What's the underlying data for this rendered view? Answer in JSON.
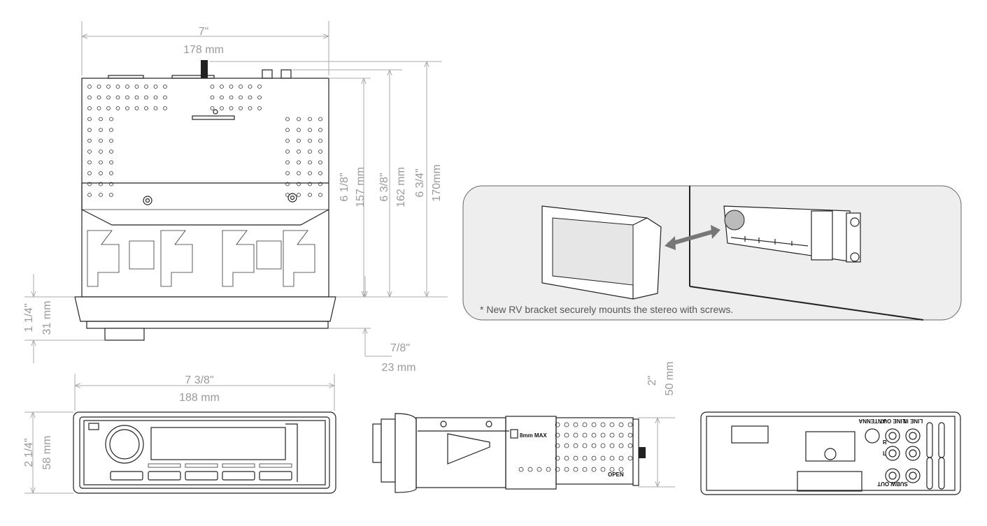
{
  "dimensions": {
    "width_top": {
      "imperial": "7\"",
      "metric": "178 mm"
    },
    "depth_157": {
      "imperial": "6 1/8\"",
      "metric": "157 mm"
    },
    "depth_162": {
      "imperial": "6 3/8\"",
      "metric": "162 mm"
    },
    "depth_170": {
      "imperial": "6 3/4\"",
      "metric": "170mm"
    },
    "faceplate_depth": {
      "imperial": "1 1/4\"",
      "metric": "31 mm"
    },
    "knob_depth": {
      "imperial": "7/8\"",
      "metric": "23 mm"
    },
    "width_front": {
      "imperial": "7 3/8\"",
      "metric": "188 mm"
    },
    "height_front": {
      "imperial": "2 1/4\"",
      "metric": "58 mm"
    },
    "height_side": {
      "imperial": "2\"",
      "metric": "50 mm"
    }
  },
  "callout": {
    "note": "* New RV bracket securely mounts the stereo with screws."
  },
  "side_view": {
    "max_label": "8mm MAX",
    "open_label": "OPEN"
  },
  "back_panel": {
    "labels": [
      "ANTENNA",
      "LINE OUT",
      "LINE IN",
      "R",
      "L",
      "SUBW OUT"
    ]
  },
  "colors": {
    "dimension_text": "#9a9a9a",
    "line": "#222222",
    "callout_bg": "#eeeeee"
  }
}
